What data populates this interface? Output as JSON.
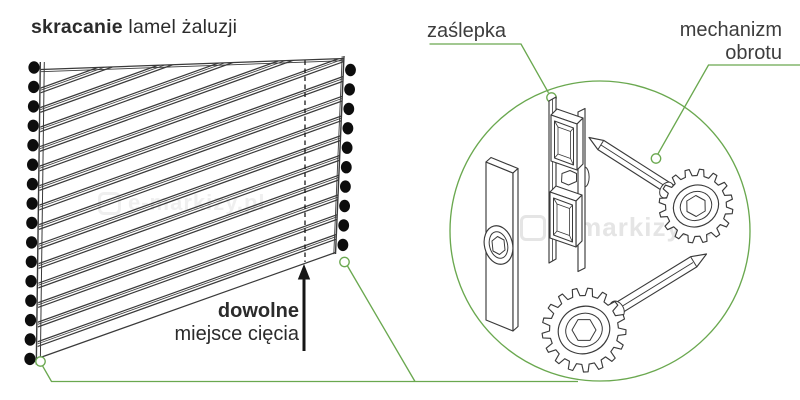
{
  "title": {
    "emphasis": "skracanie",
    "rest": " lamel żaluzji"
  },
  "callouts": {
    "endcap_label": "zaślepka",
    "mechanism_label_line1": "mechanizm",
    "mechanism_label_line2": "obrotu"
  },
  "cut_note": {
    "line1_bold": "dowolne",
    "line2": "miejsce cięcia"
  },
  "watermark": {
    "text": "e-markizy.pl"
  },
  "diagram": {
    "blind": {
      "slat_rows": 14,
      "left_rivets": 16,
      "right_rivets": 10,
      "has_dashed_cut_line": true,
      "has_up_arrow": true
    },
    "detail_circle": {
      "endcap_plates": 2,
      "gear_mechanisms": 2
    }
  },
  "colors": {
    "accent_green": "#6aa84f",
    "ink": "#3a3a3a",
    "text_dark": "#2b2b2b",
    "rivet_black": "#0d0d0d",
    "watermark_gray": "#e7e7e7"
  }
}
